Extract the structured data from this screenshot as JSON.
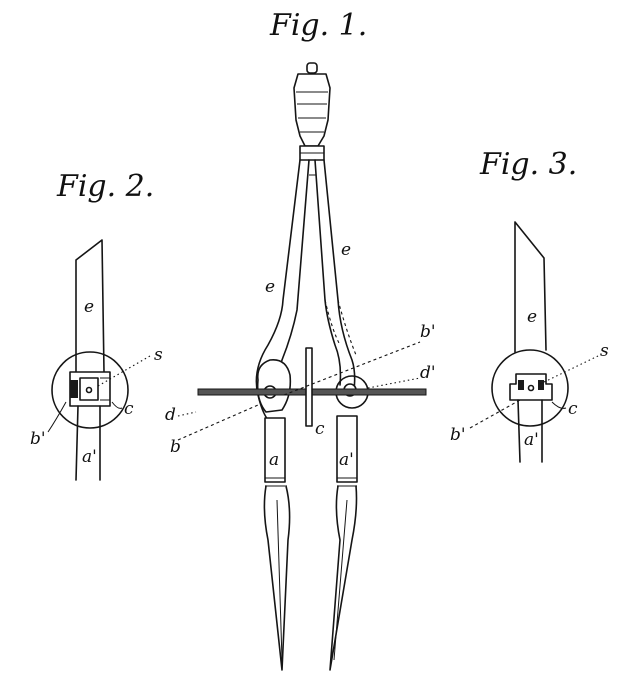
{
  "figure": {
    "fig1_title": "Fig. 1.",
    "fig2_title": "Fig. 2.",
    "fig3_title": "Fig. 3.",
    "fig1_labels": {
      "e_left": "e",
      "e_right": "e",
      "b_prime": "b'",
      "d_prime": "d'",
      "d": "d",
      "b": "b",
      "c": "c",
      "a": "a",
      "a_prime": "a'"
    },
    "fig2_labels": {
      "e": "e",
      "s": "s",
      "b_prime": "b'",
      "c": "c",
      "a_prime": "a'"
    },
    "fig3_labels": {
      "e": "e",
      "s": "s",
      "b_prime": "b'",
      "c": "c",
      "a_prime": "a'"
    }
  },
  "colors": {
    "ink": "#151515",
    "paper": "#ffffff"
  }
}
